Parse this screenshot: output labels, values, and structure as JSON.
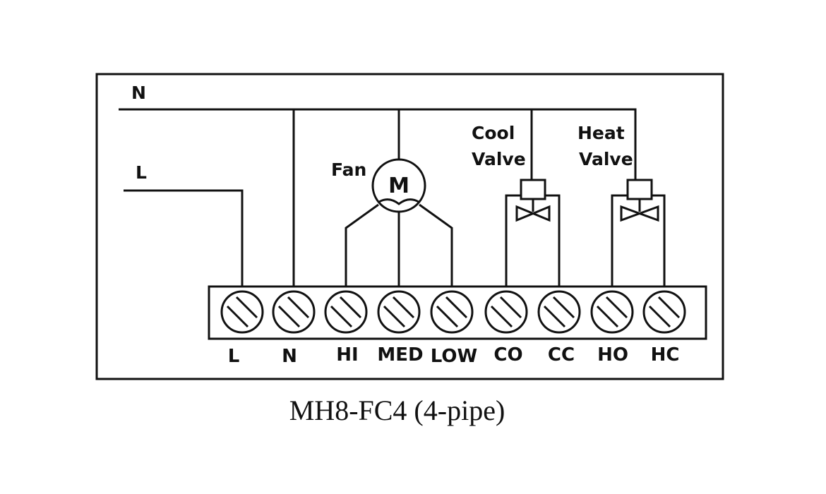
{
  "title": "MH8-FC4 (4-pipe)",
  "lines": {
    "neutral": "N",
    "live": "L"
  },
  "fan_label": "Fan",
  "motor_symbol": "M",
  "cool_valve": {
    "line1": "Cool",
    "line2": "Valve"
  },
  "heat_valve": {
    "line1": "Heat",
    "line2": "Valve"
  },
  "terminals": [
    "L",
    "N",
    "HI",
    "MED",
    "LOW",
    "CO",
    "CC",
    "HO",
    "HC"
  ]
}
